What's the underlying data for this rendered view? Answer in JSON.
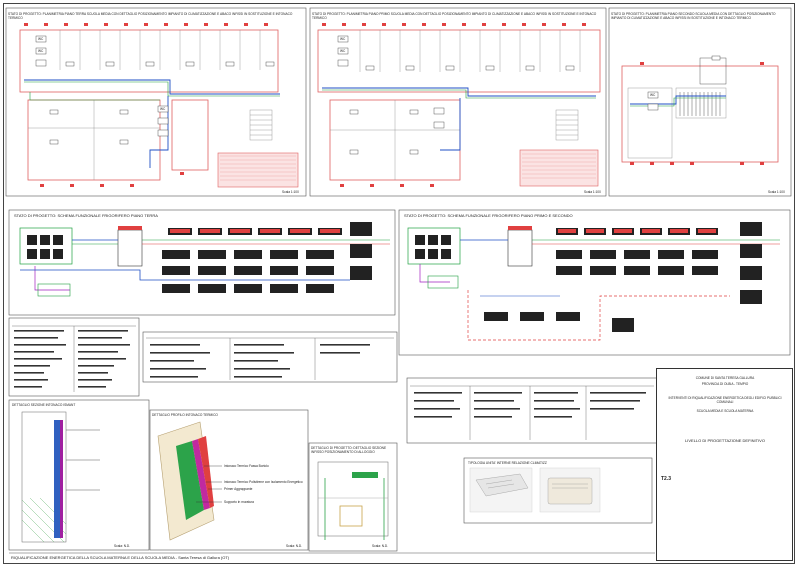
{
  "sheet": {
    "plan_ground": {
      "title": "STATO DI PROGETTO: PLANIMETRIA PIANO TERRA SCUOLA MEDIA CON DETTAGLIO POSIZIONAMENTO IMPIANTO DI CLIMATIZZAZIONE E ABACO INFISSI IN SOSTITUZIONE E INTONACO TERMICO",
      "scale": "Scala 1:100"
    },
    "plan_first": {
      "title": "STATO DI PROGETTO: PLANIMETRIA PIANO PRIMO SCUOLA MEDIA CON DETTAGLIO POSIZIONAMENTO IMPIANTO DI CLIMATIZZAZIONE E ABACO INFISSI IN SOSTITUZIONE E INTONACO TERMICO",
      "scale": "Scala 1:100"
    },
    "plan_second": {
      "title": "STATO DI PROGETTO: PLANIMETRIA PIANO SECONDO SCUOLA MEDIA CON DETTAGLIO POSIZIONAMENTO IMPIANTO DI CLIMATIZZAZIONE E ABACO INFISSI IN SOSTITUZIONE E INTONACO TERMICO",
      "scale": "Scala 1:100"
    },
    "unit_tag": "WC",
    "schema_ground": {
      "title": "STATO DI PROGETTO: SCHEMA FUNZIONALE FRIGORIFERO PIANO TERRA"
    },
    "schema_upper": {
      "title": "STATO DI PROGETTO: SCHEMA FUNZIONALE FRIGORIFERO PIANO PRIMO E SECONDO"
    },
    "detail_wall": {
      "title": "DETTAGLIO SEZIONE INTONACO ISMANT",
      "scale": "Scala: N.D."
    },
    "detail_plaster": {
      "title": "DETTAGLIO PROFILO INTONACO TERMICO",
      "labels": [
        "Intonaco Termico Fassa Bortolo",
        "Intonaco Termico Polistirene con Isolamento Energetico",
        "Primer Aggrappante",
        "Supporto in muratura"
      ],
      "scale": "Scala: N.D."
    },
    "detail_section": {
      "title": "DETTAGLIO DI PROGETTO: DETTAGLIO SEZIONE INFISSO POSIZIONAMENTO DI ALLOGGIO",
      "scale": "Scala: N.D."
    },
    "typology": {
      "title": "TIPOLOGIA UNITA' INTERNE RELAZIONE CLIMATIZZ"
    },
    "footer": {
      "label": "RIQUALIFICAZIONE ENERGETICA DELLA SCUOLA MATERNA E DELLA SCUOLA MEDIA - Santa Teresa di Gallura (OT)"
    },
    "title_block": {
      "municipality": "COMUNE DI SANTA TERESA GALLURA",
      "subtitle": "PROVINCIA DI OLBIA - TEMPIO",
      "project": "INTERVENTI DI RIQUALIFICAZIONE ENERGETICA DEGLI EDIFICI PUBBLICI COMUNALI",
      "project_line2": "SCUOLA MEDIA E SCUOLA MATERNA",
      "level": "LIVELLO DI PROGETTAZIONE DEFINITIVO",
      "drawing_no": "T2.3"
    }
  }
}
